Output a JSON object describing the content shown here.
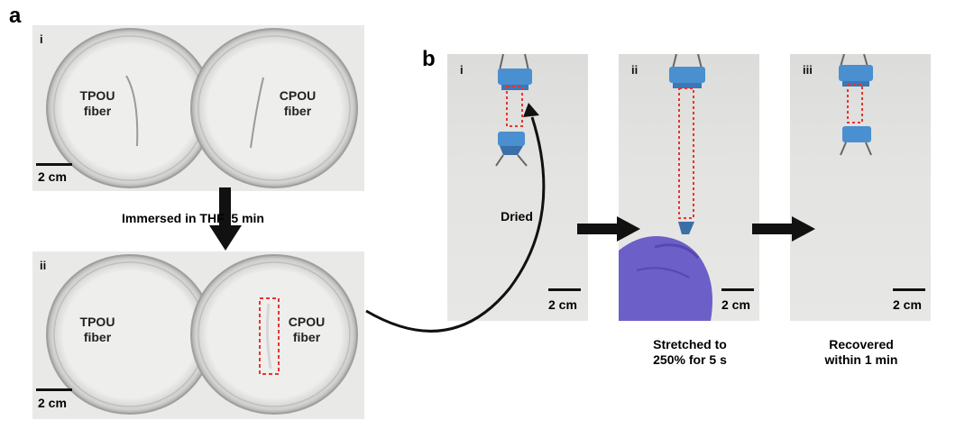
{
  "panel_a": {
    "label": "a",
    "sub_i": "i",
    "sub_ii": "ii",
    "dish_left_label": [
      "TPOU",
      "fiber"
    ],
    "dish_right_label": [
      "CPOU",
      "fiber"
    ],
    "scale_bar": "2 cm",
    "arrow_text": "Immersed in THF  5 min"
  },
  "panel_b": {
    "label": "b",
    "sub_i": "i",
    "sub_ii": "ii",
    "sub_iii": "iii",
    "scale_bar": "2 cm",
    "dried_text": "Dried",
    "caption_ii": [
      "Stretched to",
      "250% for 5 s"
    ],
    "caption_iii": [
      "Recovered",
      "within 1 min"
    ]
  },
  "colors": {
    "highlight_box": "#e8342f",
    "clip_blue": "#4a8fd0",
    "glove_purple": "#6c5fc8"
  }
}
